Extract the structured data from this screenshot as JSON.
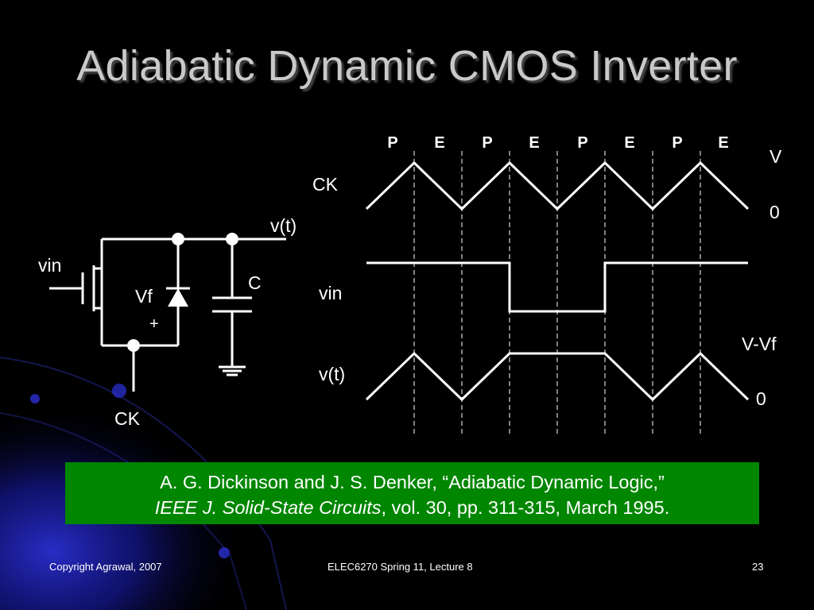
{
  "title": "Adiabatic Dynamic CMOS Inverter",
  "circuit": {
    "input_label": "vin",
    "output_label": "v(t)",
    "diode_label": "Vf",
    "plus_label": "+",
    "capacitor_label": "C",
    "clock_label": "CK"
  },
  "waveforms": {
    "phases": [
      "P",
      "E",
      "P",
      "E",
      "P",
      "E",
      "P",
      "E"
    ],
    "ck_label": "CK",
    "vin_label": "vin",
    "vt_label": "v(t)",
    "ck_high_label": "V",
    "ck_low_label": "0",
    "vt_high_label": "V-Vf",
    "vt_low_label": "0"
  },
  "citation": {
    "line1": "A. G. Dickinson and J. S. Denker, “Adiabatic Dynamic Logic,”",
    "journal": "IEEE J. Solid-State Circuits",
    "line2_rest": ", vol. 30, pp. 311-315, March 1995."
  },
  "footer": {
    "left": "Copyright Agrawal, 2007",
    "center": "ELEC6270 Spring 11, Lecture 8",
    "page": "23"
  }
}
